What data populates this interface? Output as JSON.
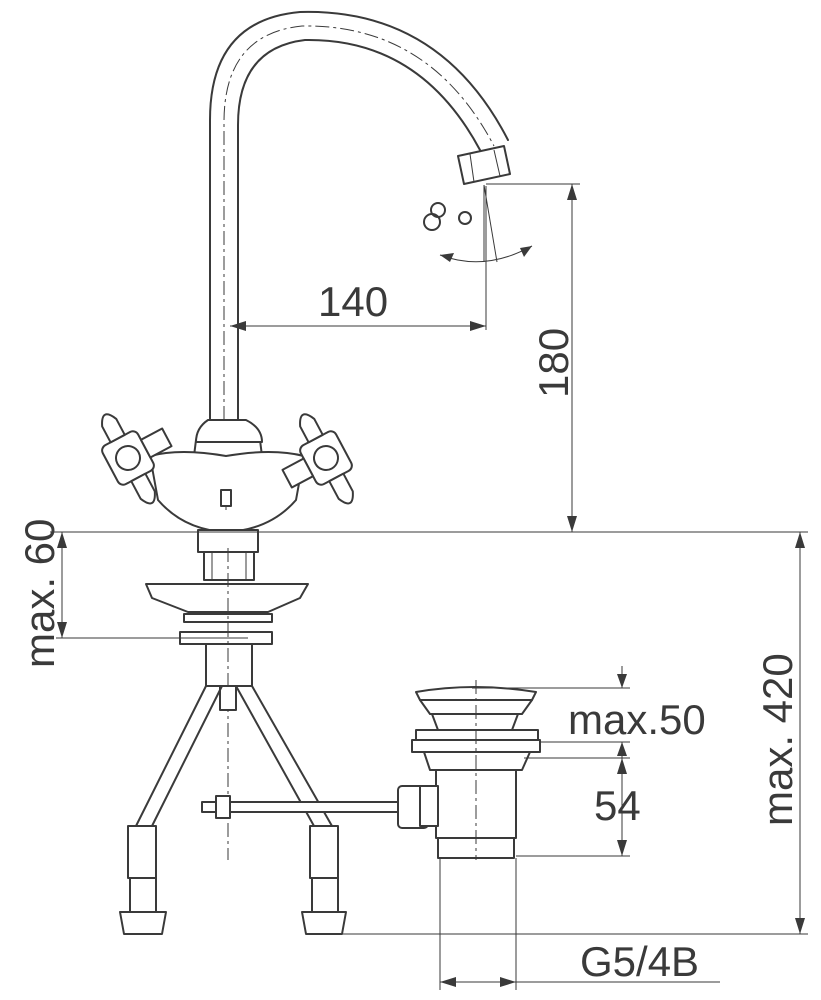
{
  "dimensions": {
    "spout_reach": "140",
    "spout_height": "180",
    "deck_thickness": "max. 60",
    "overall_depth": "max. 420",
    "plug_lift": "max.50",
    "waste_height": "54",
    "waste_thread": "G5/4B"
  },
  "colors": {
    "stroke": "#3a3a3a",
    "background": "#ffffff"
  },
  "icons": {
    "swivel": "rotation-symbol-icon"
  }
}
